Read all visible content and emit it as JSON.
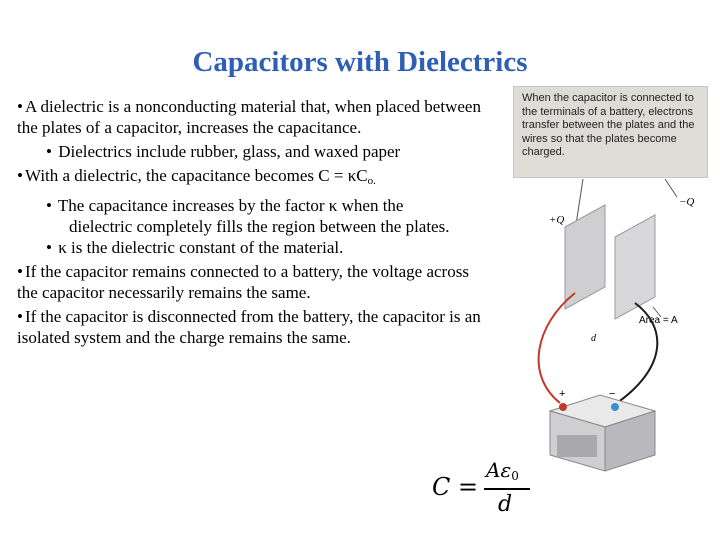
{
  "title": "Capacitors with Dielectrics",
  "bullets": {
    "b1": "A dielectric is a nonconducting material that, when placed between the plates of a capacitor, increases the capacitance.",
    "b1_1": "Dielectrics include rubber, glass, and waxed paper",
    "b2_prefix": "With a dielectric, the capacitance becomes C = κC",
    "b2_sub": "o.",
    "b2_1_line1": "The capacitance increases by the factor κ when the",
    "b2_1_line2": "dielectric completely fills the region between the plates.",
    "b2_2": "κ is the dielectric constant of the material.",
    "b3": "If the capacitor remains connected to a battery, the voltage across the capacitor necessarily remains the same.",
    "b4": "If the capacitor is disconnected from the battery, the capacitor is an isolated system and the charge remains the same.",
    "bullet_char": "•"
  },
  "figure": {
    "callout": "When the capacitor is connected to the terminals of a battery, electrons transfer between the plates and the wires so that the plates become charged.",
    "plus_q": "+Q",
    "minus_q": "−Q",
    "area": "Area = A",
    "d": "d",
    "plus": "+",
    "minus": "−"
  },
  "formula": {
    "lhs": "C",
    "eq": "=",
    "num": "Aε",
    "num_sub": "0",
    "den": "d"
  },
  "colors": {
    "title": "#2e5fb4",
    "callout_bg": "#dddcd7",
    "wire": "#c0392b",
    "plate": "#cfcfd1"
  }
}
